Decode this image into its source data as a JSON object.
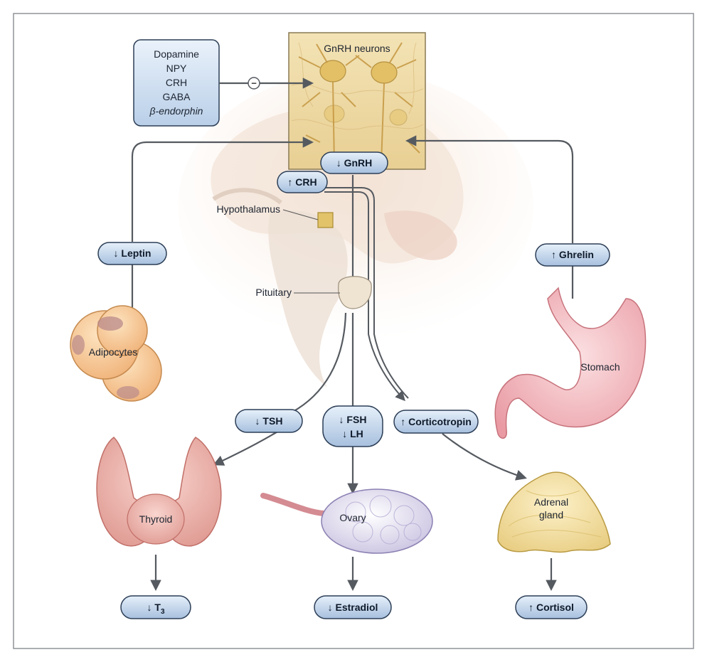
{
  "inhibitors_box": {
    "lines": [
      "Dopamine",
      "NPY",
      "CRH",
      "GABA",
      "β-endorphin"
    ],
    "inhibit_symbol": "−"
  },
  "gnrh_neurons": {
    "label": "GnRH neurons"
  },
  "hormones": {
    "gnrh": "↓ GnRH",
    "crh": "↑ CRH",
    "leptin": "↓ Leptin",
    "ghrelin": "↑ Ghrelin",
    "tsh": "↓ TSH",
    "fsh": "↓ FSH",
    "lh": "↓ LH",
    "corticotropin": "↑ Corticotropin",
    "t3_prefix": "↓ T",
    "t3_sub": "3",
    "estradiol": "↓ Estradiol",
    "cortisol": "↑ Cortisol"
  },
  "anatomy_labels": {
    "hypothalamus": "Hypothalamus",
    "pituitary": "Pituitary"
  },
  "organs": {
    "adipocytes": "Adipocytes",
    "stomach": "Stomach",
    "thyroid": "Thyroid",
    "ovary": "Ovary",
    "adrenal_line1": "Adrenal",
    "adrenal_line2": "gland"
  },
  "colors": {
    "pill_fill_top": "#dbe8f6",
    "pill_fill_bottom": "#a9c3e0",
    "pill_stroke": "#2d3f57",
    "arrow": "#555a60",
    "frame": "#8f9399"
  }
}
